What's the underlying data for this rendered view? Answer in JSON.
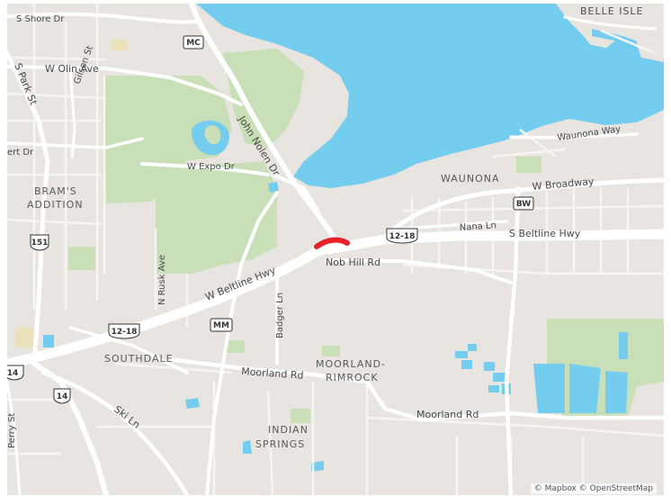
{
  "colors": {
    "land": "#e8e4df",
    "water": "#74cdef",
    "park": "#c8dfb7",
    "road": "#ffffff",
    "highlight": "#e8202a"
  },
  "labels": {
    "s_shore_dr": "S Shore Dr",
    "w_olin_ave": "W Olin Ave",
    "s_park_st": "S Park St",
    "gilson_st": "Gilson St",
    "ert_dr": "ert Dr",
    "w_expo_dr": "W Expo Dr",
    "john_nolen_dr": "John Nolen Dr",
    "brams_addition_1": "BRAM'S",
    "brams_addition_2": "ADDITION",
    "n_rusk_ave": "N Rusk Ave",
    "w_beltline_hwy": "W Beltline Hwy",
    "badger_ln": "Badger Ln",
    "nob_hill_rd": "Nob Hill Rd",
    "nana_ln": "Nana Ln",
    "s_beltline_hwy": "S Beltline Hwy",
    "waunona": "WAUNONA",
    "waunona_way": "Waunona Way",
    "w_broadway": "W Broadway",
    "belle_isle": "BELLE ISLE",
    "southdale": "SOUTHDALE",
    "moorland_rd_w": "Moorland Rd",
    "moorland_rd_e": "Moorland Rd",
    "moorland_rimrock_1": "MOORLAND-",
    "moorland_rimrock_2": "RIMROCK",
    "ski_ln": "Ski Ln",
    "perry_st": "Perry St",
    "indian_springs_1": "INDIAN",
    "indian_springs_2": "SPRINGS"
  },
  "shields": {
    "mc": "MC",
    "us151": "151",
    "us12_18_east": "12-18",
    "bw": "BW",
    "us12_18_west": "12-18",
    "mm": "MM",
    "us14_north": "14",
    "us14_west": "14"
  },
  "attribution": {
    "mapbox": "© Mapbox",
    "osm": "© OpenStreetMap"
  }
}
